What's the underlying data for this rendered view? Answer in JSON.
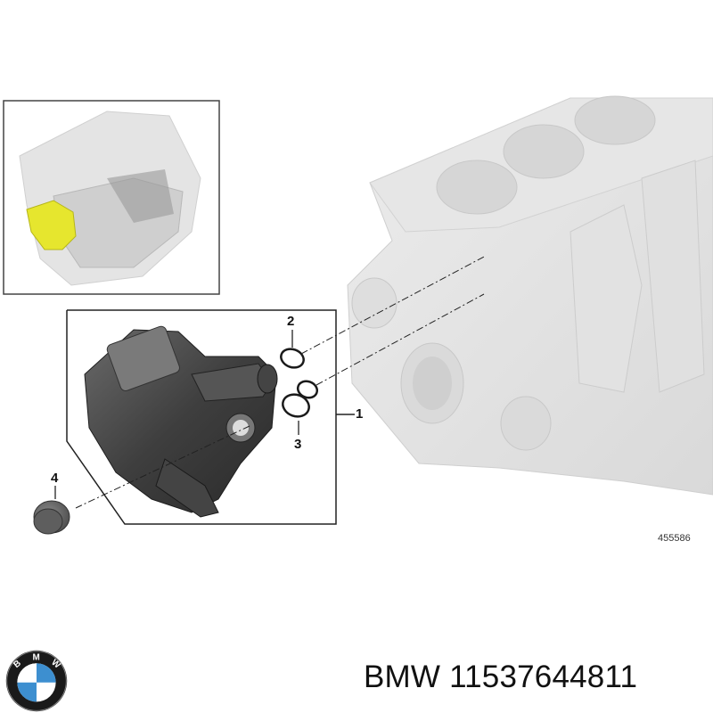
{
  "diagram": {
    "type": "exploded parts diagram",
    "subject": "Coolant pump / thermostat housing assembly on engine block",
    "inset": {
      "description": "Full engine overview with highlighted part (yellow)",
      "highlight_color": "#e6e62e"
    },
    "callouts": [
      {
        "number": "1",
        "part": "Coolant pump / thermostat housing assembly"
      },
      {
        "number": "2",
        "part": "O-ring (single)"
      },
      {
        "number": "3",
        "part": "O-ring pair"
      },
      {
        "number": "4",
        "part": "Cap / plug"
      }
    ],
    "reference_code": "455586"
  },
  "footer": {
    "brand": "BMW",
    "part_number": "11537644811",
    "label": "BMW 11537644811",
    "logo_letters": [
      "B",
      "M",
      "W"
    ],
    "logo_colors": {
      "ring": "#1a1a1a",
      "blue": "#3d8fd0",
      "white": "#ffffff"
    }
  }
}
